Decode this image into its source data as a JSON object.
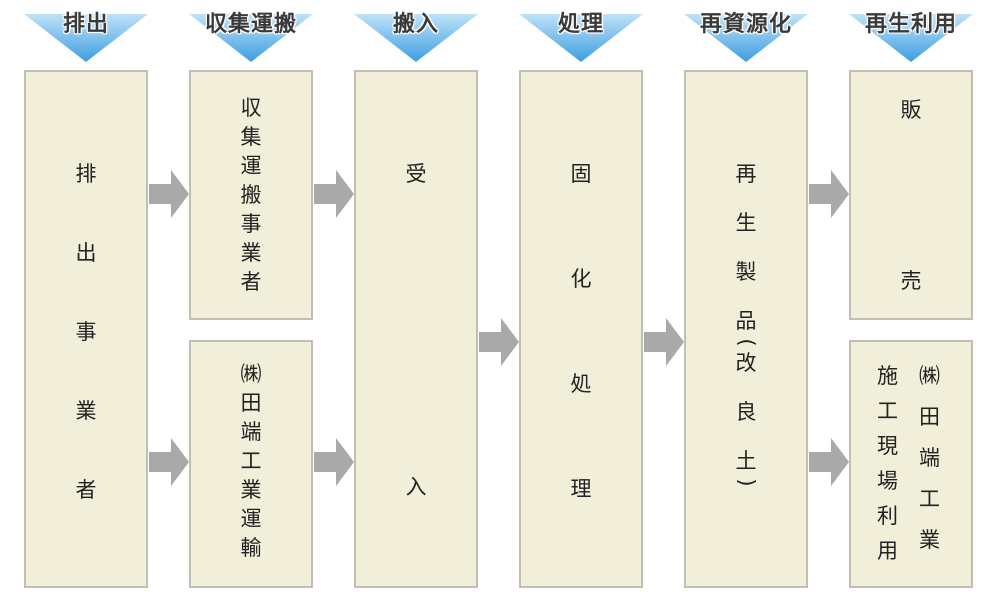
{
  "headers": [
    "排出",
    "収集運搬",
    "搬入",
    "処理",
    "再資源化",
    "再生利用"
  ],
  "boxes": {
    "emitter": [
      "排",
      "出",
      "事",
      "業",
      "者"
    ],
    "collector": [
      "収",
      "集",
      "運",
      "搬",
      "事",
      "業",
      "者"
    ],
    "tabata_transport": [
      "㈱",
      "田",
      "端",
      "工",
      "業",
      "運",
      "輸"
    ],
    "receive": [
      "受",
      "入"
    ],
    "solidify": [
      "固",
      "化",
      "処",
      "理"
    ],
    "recycled": [
      "再",
      "生",
      "製",
      "品",
      "(",
      "改",
      "良",
      "土",
      ")"
    ],
    "sale": [
      "販",
      "売"
    ],
    "site_use_left": [
      "施",
      "工",
      "現",
      "場",
      "利",
      "用"
    ],
    "site_use_right": [
      "㈱",
      "田",
      "端",
      "工",
      "業"
    ]
  },
  "colors": {
    "header_arrow": "#4aa6e0",
    "box_fill": "#f1efd9",
    "box_border": "#c2bfb1",
    "flow_arrow": "#a9a9a9"
  }
}
